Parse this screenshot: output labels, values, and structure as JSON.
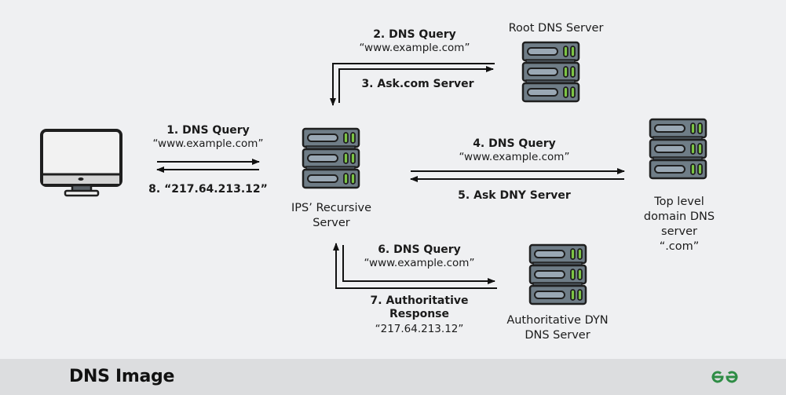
{
  "diagram": {
    "nodes": {
      "client": {
        "label": "",
        "icon": "desktop-computer-icon"
      },
      "recursive": {
        "label_lines": [
          "IPS’ Recursive",
          "Server"
        ],
        "icon": "server-rack-icon"
      },
      "root": {
        "label": "Root DNS Server",
        "icon": "server-rack-icon"
      },
      "tld": {
        "label_lines": [
          "Top level",
          "domain DNS",
          "server",
          "“.com”"
        ],
        "icon": "server-rack-icon"
      },
      "authoritative": {
        "label_lines": [
          "Authoritative DYN",
          "DNS Server"
        ],
        "icon": "server-rack-icon"
      }
    },
    "steps": {
      "s1": {
        "title": "1.  DNS Query",
        "detail": "“www.example.com”"
      },
      "s8": {
        "title": "8. “217.64.213.12”"
      },
      "s2": {
        "title": "2. DNS Query",
        "detail": "“www.example.com”"
      },
      "s3": {
        "title": "3. Ask.com Server"
      },
      "s4": {
        "title": "4. DNS Query",
        "detail": "“www.example.com”"
      },
      "s5": {
        "title": "5. Ask DNY Server"
      },
      "s6": {
        "title": "6. DNS Query",
        "detail": "“www.example.com”"
      },
      "s7": {
        "title_lines": [
          "7. Authoritative",
          "Response"
        ],
        "detail": "“217.64.213.12”"
      }
    },
    "edges": [
      {
        "from": "client",
        "to": "recursive",
        "step": 1
      },
      {
        "from": "recursive",
        "to": "client",
        "step": 8
      },
      {
        "from": "recursive",
        "to": "root",
        "step": 2
      },
      {
        "from": "root",
        "to": "recursive",
        "step": 3
      },
      {
        "from": "recursive",
        "to": "tld",
        "step": 4
      },
      {
        "from": "tld",
        "to": "recursive",
        "step": 5
      },
      {
        "from": "recursive",
        "to": "authoritative",
        "step": 6
      },
      {
        "from": "authoritative",
        "to": "recursive",
        "step": 7
      }
    ],
    "colors": {
      "server_body": "#6f7d87",
      "server_slot": "#9aa8b4",
      "server_led": "#7cc444",
      "outline": "#1f1f1f",
      "background": "#eff0f2",
      "footer_bg": "#dcdddf",
      "brand_green": "#2f8d46"
    }
  },
  "footer": {
    "title": "DNS Image",
    "logo": "gfg-logo-icon"
  }
}
